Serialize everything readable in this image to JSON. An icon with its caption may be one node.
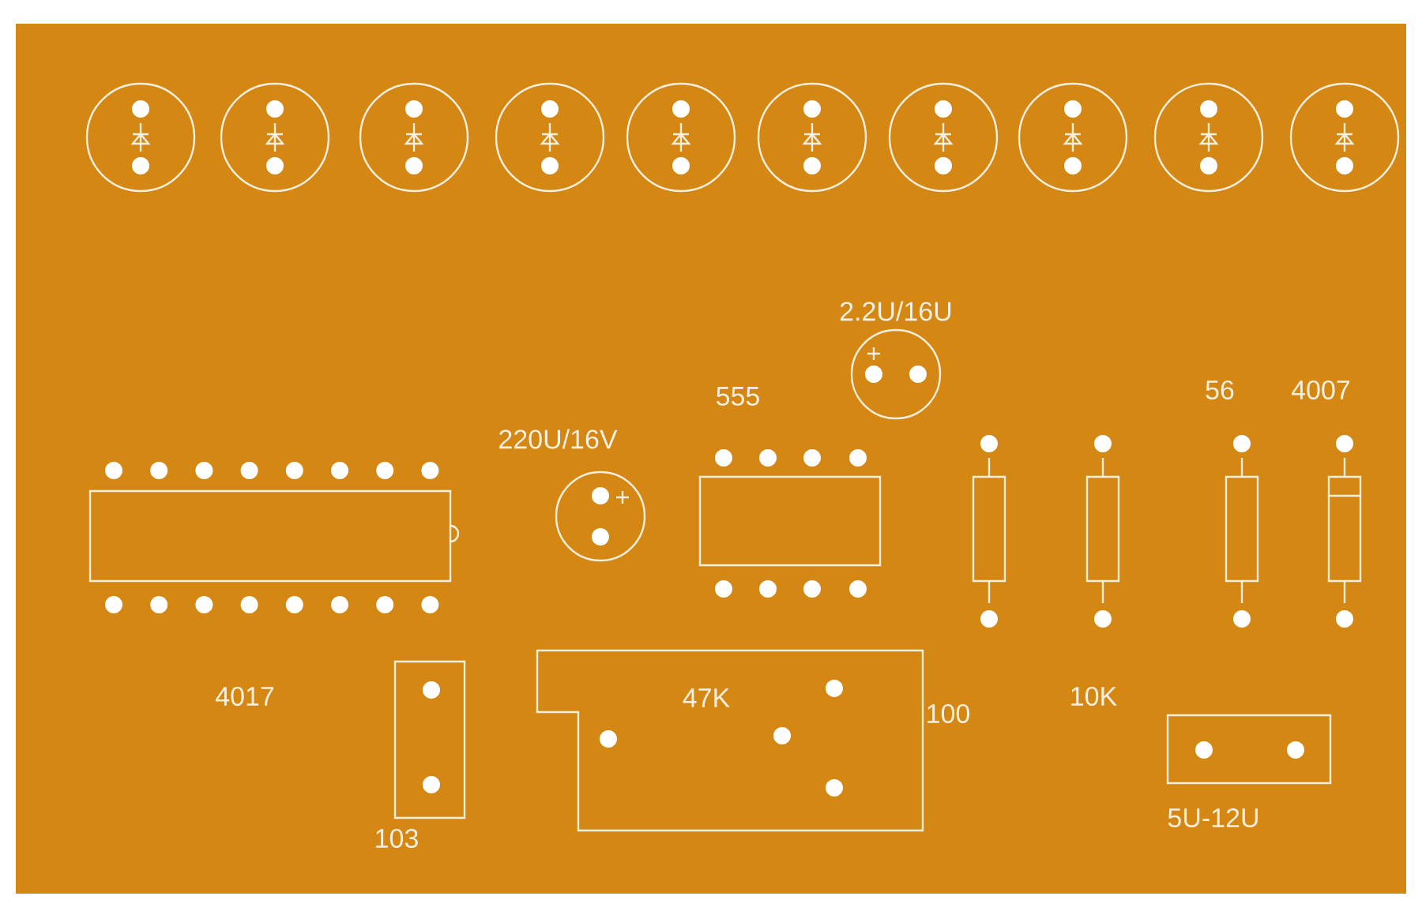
{
  "diagram": {
    "labels": [
      "2.2U/16U",
      "555",
      "56",
      "4007",
      "220U/16V",
      "4017",
      "47K",
      "100",
      "10K",
      "5U-12U",
      "103"
    ]
  }
}
